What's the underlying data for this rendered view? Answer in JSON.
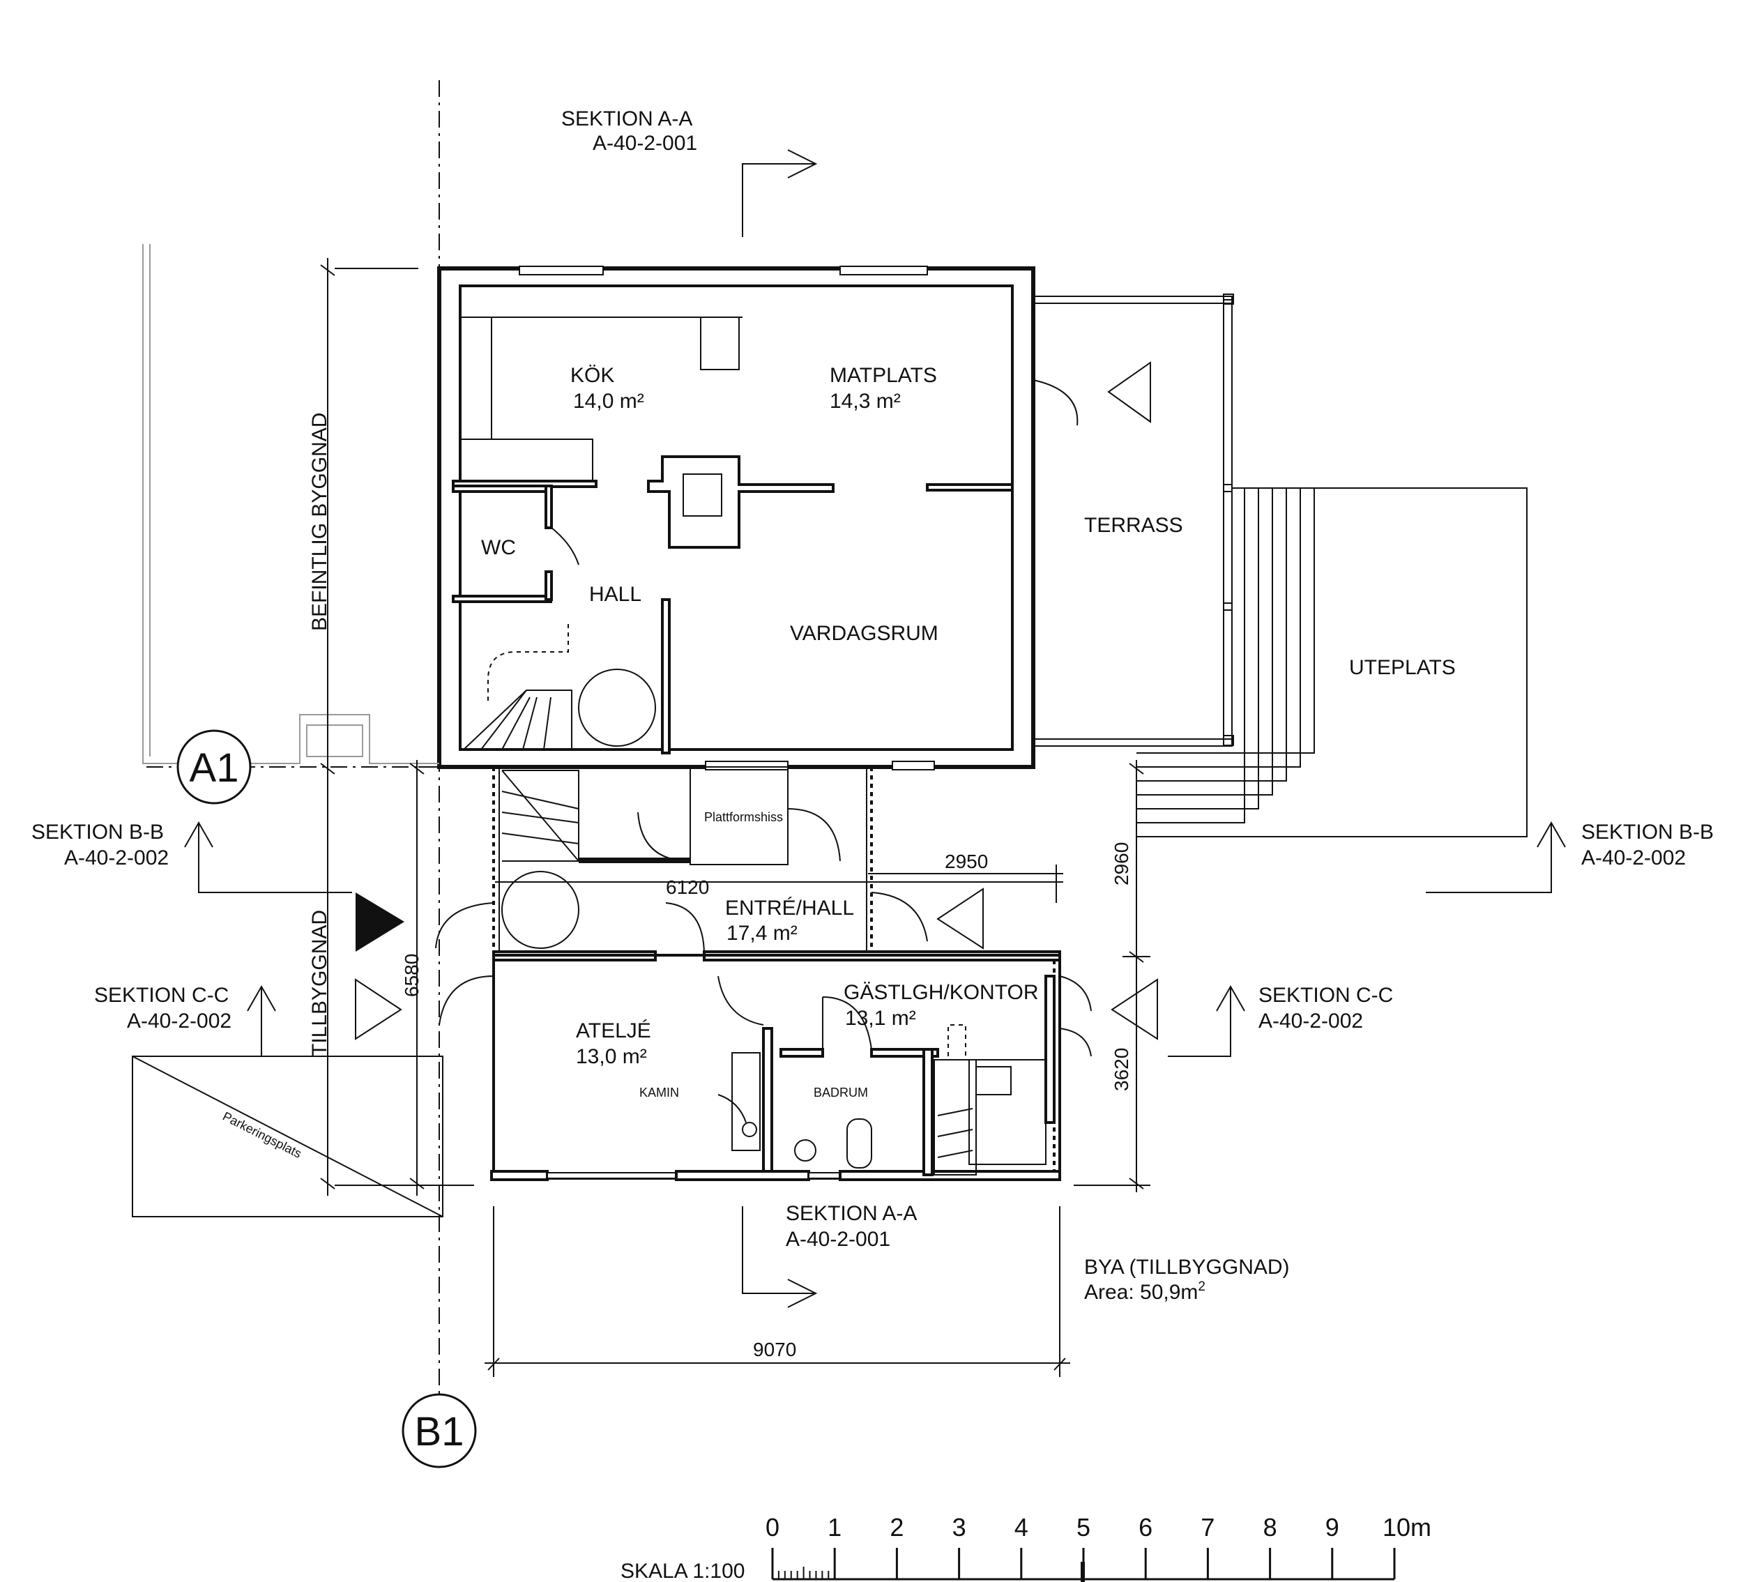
{
  "rooms": {
    "kok": {
      "name": "KÖK",
      "area": "14,0 m²"
    },
    "matplats": {
      "name": "MATPLATS",
      "area": "14,3 m²"
    },
    "wc": {
      "name": "WC"
    },
    "hall": {
      "name": "HALL"
    },
    "vardagsrum": {
      "name": "VARDAGSRUM"
    },
    "terrass": {
      "name": "TERRASS"
    },
    "uteplats": {
      "name": "UTEPLATS"
    },
    "plattformshiss": {
      "name": "Plattformshiss"
    },
    "entre": {
      "name": "ENTRÉ/HALL",
      "area": "17,4 m²"
    },
    "atelje": {
      "name": "ATELJÉ",
      "area": "13,0 m²"
    },
    "kamin": {
      "name": "KAMIN"
    },
    "gastlgh": {
      "name": "GÄSTLGH/KONTOR",
      "area": "13,1 m²"
    },
    "badrum": {
      "name": "BADRUM"
    },
    "parkering": {
      "name": "Parkeringsplats"
    }
  },
  "building_labels": {
    "befintlig": "BEFINTLIG BYGGNAD",
    "tillbyggnad": "TILLBYGGNAD"
  },
  "sections": {
    "aa_top": {
      "title": "SEKTION A-A",
      "ref": "A-40-2-001"
    },
    "aa_bottom": {
      "title": "SEKTION A-A",
      "ref": "A-40-2-001"
    },
    "bb_left": {
      "title": "SEKTION B-B",
      "ref": "A-40-2-002"
    },
    "bb_right": {
      "title": "SEKTION B-B",
      "ref": "A-40-2-002"
    },
    "cc_left": {
      "title": "SEKTION C-C",
      "ref": "A-40-2-002"
    },
    "cc_right": {
      "title": "SEKTION C-C",
      "ref": "A-40-2-002"
    }
  },
  "grid": {
    "a1": "A1",
    "b1": "B1"
  },
  "dimensions": {
    "d6120": "6120",
    "d2950": "2950",
    "d2960": "2960",
    "d6580": "6580",
    "d3620": "3620",
    "d9070": "9070"
  },
  "bya": {
    "title": "BYA (TILLBYGGNAD)",
    "area_prefix": "Area: 50,9m",
    "area_sup": "2"
  },
  "scale": {
    "label": "SKALA 1:100",
    "ticks": [
      "0",
      "1",
      "2",
      "3",
      "4",
      "5",
      "6",
      "7",
      "8",
      "9",
      "10m"
    ]
  }
}
